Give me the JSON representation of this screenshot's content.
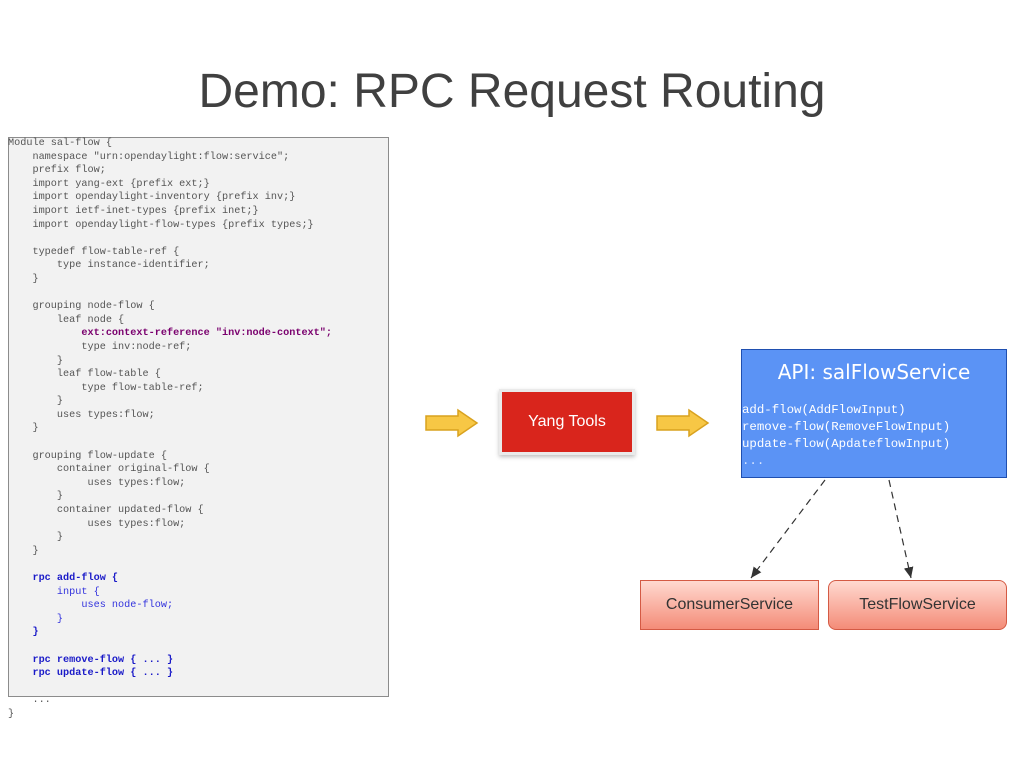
{
  "slide": {
    "title": "Demo: RPC Request Routing"
  },
  "code": {
    "lines": [
      {
        "text": "Module sal-flow {",
        "style": "plain"
      },
      {
        "text": "    namespace \"urn:opendaylight:flow:service\";",
        "style": "plain"
      },
      {
        "text": "    prefix flow;",
        "style": "plain"
      },
      {
        "text": "    import yang-ext {prefix ext;}",
        "style": "plain"
      },
      {
        "text": "    import opendaylight-inventory {prefix inv;}",
        "style": "plain"
      },
      {
        "text": "    import ietf-inet-types {prefix inet;}",
        "style": "plain"
      },
      {
        "text": "    import opendaylight-flow-types {prefix types;}",
        "style": "plain"
      },
      {
        "text": "",
        "style": "plain"
      },
      {
        "text": "    typedef flow-table-ref {",
        "style": "plain"
      },
      {
        "text": "        type instance-identifier;",
        "style": "plain"
      },
      {
        "text": "    }",
        "style": "plain"
      },
      {
        "text": "",
        "style": "plain"
      },
      {
        "text": "    grouping node-flow {",
        "style": "plain"
      },
      {
        "text": "        leaf node {",
        "style": "plain"
      },
      {
        "text": "            ext:context-reference \"inv:node-context\";",
        "style": "purple"
      },
      {
        "text": "            type inv:node-ref;",
        "style": "plain"
      },
      {
        "text": "        }",
        "style": "plain"
      },
      {
        "text": "        leaf flow-table {",
        "style": "plain"
      },
      {
        "text": "            type flow-table-ref;",
        "style": "plain"
      },
      {
        "text": "        }",
        "style": "plain"
      },
      {
        "text": "        uses types:flow;",
        "style": "plain"
      },
      {
        "text": "    }",
        "style": "plain"
      },
      {
        "text": "",
        "style": "plain"
      },
      {
        "text": "    grouping flow-update {",
        "style": "plain"
      },
      {
        "text": "        container original-flow {",
        "style": "plain"
      },
      {
        "text": "             uses types:flow;",
        "style": "plain"
      },
      {
        "text": "        }",
        "style": "plain"
      },
      {
        "text": "        container updated-flow {",
        "style": "plain"
      },
      {
        "text": "             uses types:flow;",
        "style": "plain"
      },
      {
        "text": "        }",
        "style": "plain"
      },
      {
        "text": "    }",
        "style": "plain"
      },
      {
        "text": "",
        "style": "plain"
      },
      {
        "text": "    rpc add-flow {",
        "style": "blue"
      },
      {
        "text": "        input {",
        "style": "blue-plain"
      },
      {
        "text": "            uses node-flow;",
        "style": "blue-plain"
      },
      {
        "text": "        }",
        "style": "blue-plain"
      },
      {
        "text": "    }",
        "style": "blue"
      },
      {
        "text": "",
        "style": "plain"
      },
      {
        "text": "    rpc remove-flow { ... }",
        "style": "blue"
      },
      {
        "text": "    rpc update-flow { ... }",
        "style": "blue"
      },
      {
        "text": "",
        "style": "plain"
      },
      {
        "text": "    ...",
        "style": "plain"
      },
      {
        "text": "}",
        "style": "plain"
      }
    ]
  },
  "diagram": {
    "yang_tools_label": "Yang Tools",
    "api": {
      "title": "API: salFlowService",
      "methods": [
        "add-flow(AddFlowInput)",
        "remove-flow(RemoveFlowInput)",
        "update-flow(ApdateflowInput)"
      ],
      "more": "..."
    },
    "services": {
      "consumer": "ConsumerService",
      "testflow": "TestFlowService"
    }
  },
  "colors": {
    "arrow_fill": "#f7c745",
    "arrow_stroke": "#d9a21f",
    "yang_tools_bg": "#d9251c",
    "api_bg": "#5b93f5",
    "service_bg": "#f48c78"
  }
}
